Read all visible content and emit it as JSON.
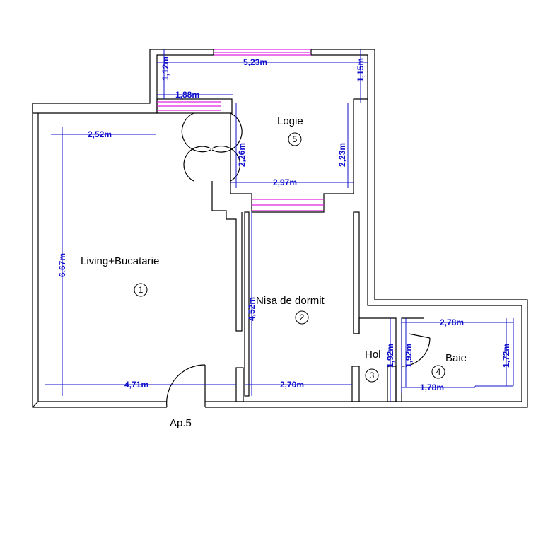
{
  "colors": {
    "walls": "#000000",
    "dimensions": "#1010cc",
    "windows": "#e020e0"
  },
  "rooms": [
    {
      "name": "Living+Bucatarie",
      "number": "1"
    },
    {
      "name": "Nisa de dormit",
      "number": "2"
    },
    {
      "name": "Hol",
      "number": "3"
    },
    {
      "name": "Baie",
      "number": "4"
    },
    {
      "name": "Logie",
      "number": "5"
    }
  ],
  "dimensions": {
    "logie_width_top": "5,23m",
    "logie_left_h": "1,12m",
    "logie_right_h": "1,15m",
    "logie_window": "1,88m",
    "logie_door_h": "2,26m",
    "logie_inner_h": "2,23m",
    "logie_bottom": "2,97m",
    "living_top": "2,52m",
    "living_height": "6,67m",
    "living_bottom": "4,71m",
    "nisa_height": "4,52m",
    "nisa_bottom": "2,70m",
    "hol_height": "1,92m",
    "baie_door_h": "1,92m",
    "baie_top": "2,78m",
    "baie_right": "1,72m",
    "baie_bottom": "1,78m"
  },
  "apartment_label": "Ap.5"
}
